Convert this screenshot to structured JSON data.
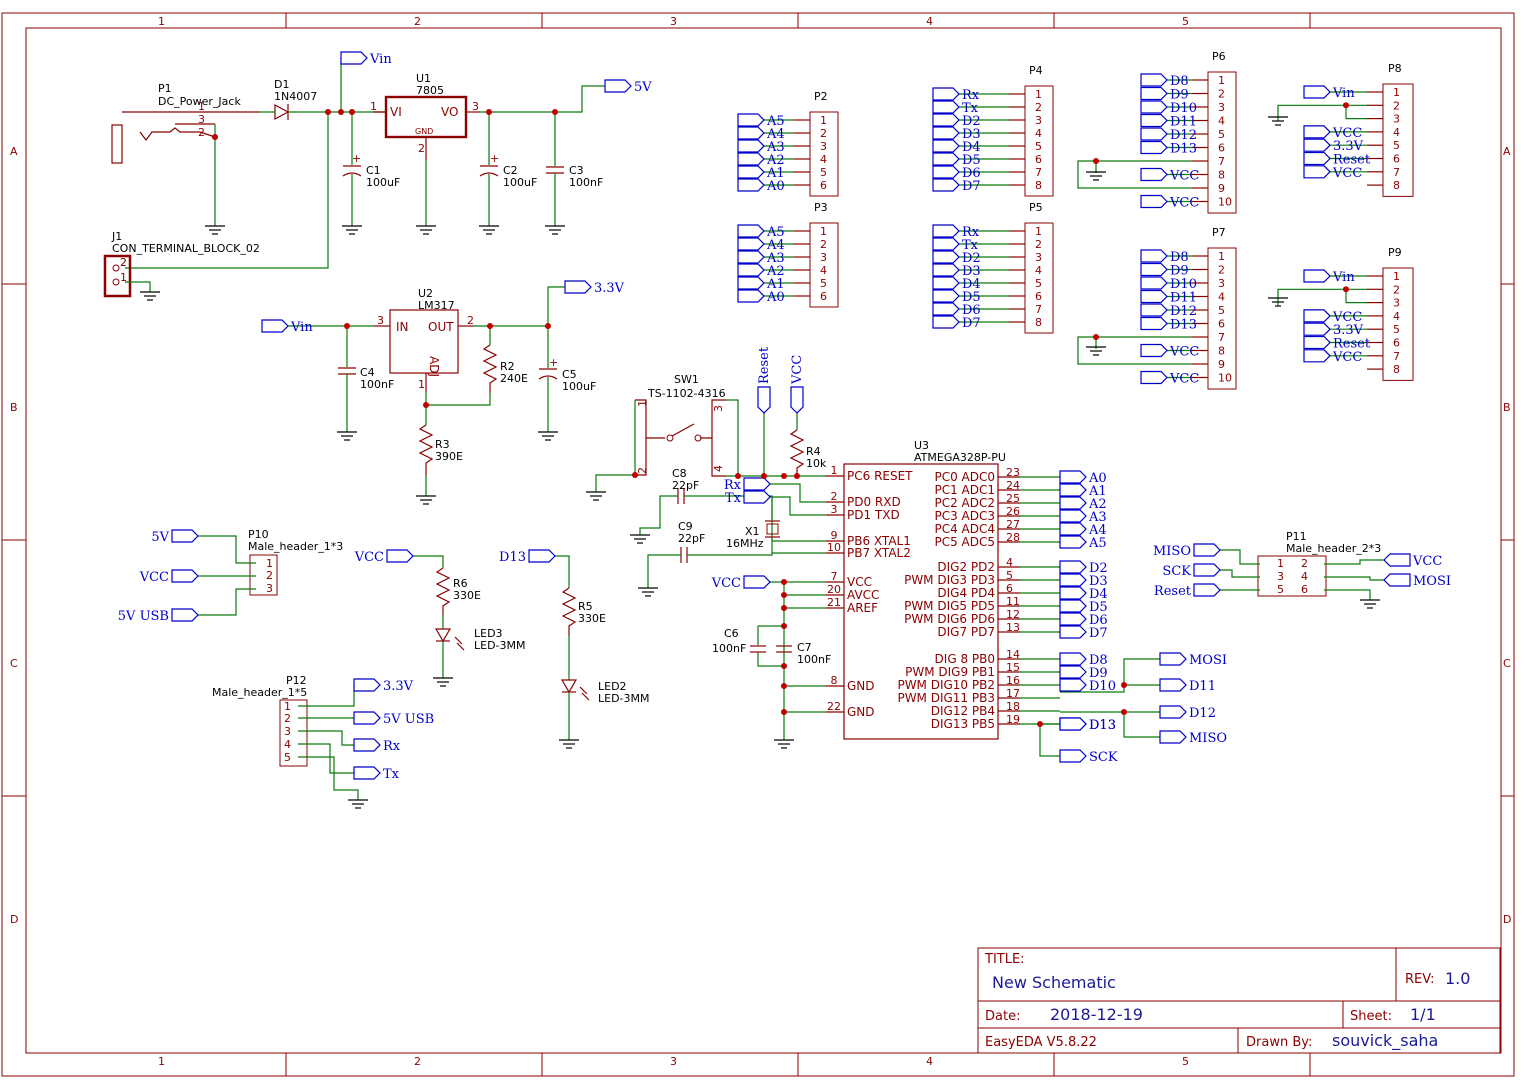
{
  "frame": {
    "columns": [
      "1",
      "2",
      "3",
      "4",
      "5"
    ],
    "rows": [
      "A",
      "B",
      "C",
      "D"
    ]
  },
  "title_block": {
    "title_label": "TITLE:",
    "title": "New Schematic",
    "rev_label": "REV:",
    "rev": "1.0",
    "date_label": "Date:",
    "date": "2018-12-19",
    "sheet_label": "Sheet:",
    "sheet": "1/1",
    "software": "EasyEDA V5.8.22",
    "drawn_label": "Drawn By:",
    "drawn_by": "souvick_saha"
  },
  "components": {
    "p1": {
      "ref": "P1",
      "value": "DC_Power_Jack",
      "pins": [
        "1",
        "3",
        "2"
      ]
    },
    "d1": {
      "ref": "D1",
      "value": "1N4007"
    },
    "u1": {
      "ref": "U1",
      "value": "7805",
      "vi": "VI",
      "vo": "VO",
      "gnd": "GND",
      "p1": "1",
      "p2": "2",
      "p3": "3"
    },
    "c1": {
      "ref": "C1",
      "value": "100uF"
    },
    "c2": {
      "ref": "C2",
      "value": "100uF"
    },
    "c3": {
      "ref": "C3",
      "value": "100nF"
    },
    "j1": {
      "ref": "J1",
      "value": "CON_TERMINAL_BLOCK_02",
      "pins": [
        "2",
        "1"
      ]
    },
    "u2": {
      "ref": "U2",
      "value": "LM317",
      "in": "IN",
      "out": "OUT",
      "adj": "ADJ",
      "p1": "1",
      "p2": "2",
      "p3": "3"
    },
    "c4": {
      "ref": "C4",
      "value": "100nF"
    },
    "r2": {
      "ref": "R2",
      "value": "240E"
    },
    "c5": {
      "ref": "C5",
      "value": "100uF"
    },
    "r3": {
      "ref": "R3",
      "value": "390E"
    },
    "sw1": {
      "ref": "SW1",
      "value": "TS-1102-4316",
      "pins": [
        "1",
        "2",
        "3",
        "4"
      ]
    },
    "r4": {
      "ref": "R4",
      "value": "10k"
    },
    "c8": {
      "ref": "C8",
      "value": "22pF"
    },
    "c9": {
      "ref": "C9",
      "value": "22pF"
    },
    "x1": {
      "ref": "X1",
      "value": "16MHz"
    },
    "c6": {
      "ref": "C6",
      "value": "100nF"
    },
    "c7": {
      "ref": "C7",
      "value": "100nF"
    },
    "u3": {
      "ref": "U3",
      "value": "ATMEGA328P-PU",
      "left_pins": [
        {
          "num": "1",
          "name": "PC6 RESET"
        },
        {
          "num": "2",
          "name": "PD0 RXD"
        },
        {
          "num": "3",
          "name": "PD1 TXD"
        },
        {
          "num": "9",
          "name": "PB6 XTAL1"
        },
        {
          "num": "10",
          "name": "PB7 XTAL2"
        },
        {
          "num": "7",
          "name": "VCC"
        },
        {
          "num": "20",
          "name": "AVCC"
        },
        {
          "num": "21",
          "name": "AREF"
        },
        {
          "num": "8",
          "name": "GND"
        },
        {
          "num": "22",
          "name": "GND"
        }
      ],
      "right_pins": [
        {
          "num": "23",
          "name": "PC0 ADC0",
          "net": "A0"
        },
        {
          "num": "24",
          "name": "PC1 ADC1",
          "net": "A1"
        },
        {
          "num": "25",
          "name": "PC2 ADC2",
          "net": "A2"
        },
        {
          "num": "26",
          "name": "PC3 ADC3",
          "net": "A3"
        },
        {
          "num": "27",
          "name": "PC4 ADC4",
          "net": "A4"
        },
        {
          "num": "28",
          "name": "PC5 ADC5",
          "net": "A5"
        },
        {
          "num": "4",
          "name": "DIG2 PD2",
          "net": "D2"
        },
        {
          "num": "5",
          "name": "PWM DIG3 PD3",
          "net": "D3"
        },
        {
          "num": "6",
          "name": "DIG4 PD4",
          "net": "D4"
        },
        {
          "num": "11",
          "name": "PWM DIG5 PD5",
          "net": "D5"
        },
        {
          "num": "12",
          "name": "PWM DIG6 PD6",
          "net": "D6"
        },
        {
          "num": "13",
          "name": "DIG7 PD7",
          "net": "D7"
        },
        {
          "num": "14",
          "name": "DIG 8 PB0",
          "net": "D8"
        },
        {
          "num": "15",
          "name": "PWM DIG9 PB1",
          "net": "D9"
        },
        {
          "num": "16",
          "name": "PWM DIG10 PB2",
          "net": "D10"
        },
        {
          "num": "17",
          "name": "PWM DIG11 PB3",
          "net": ""
        },
        {
          "num": "18",
          "name": "DIG12 PB4",
          "net": ""
        },
        {
          "num": "19",
          "name": "DIG13 PB5",
          "net": "D13"
        }
      ]
    },
    "p10": {
      "ref": "P10",
      "value": "Male_header_1*3",
      "pins": [
        "1",
        "2",
        "3"
      ]
    },
    "r6": {
      "ref": "R6",
      "value": "330E"
    },
    "led3": {
      "ref": "LED3",
      "value": "LED-3MM"
    },
    "r5": {
      "ref": "R5",
      "value": "330E"
    },
    "led2": {
      "ref": "LED2",
      "value": "LED-3MM"
    },
    "p12": {
      "ref": "P12",
      "value": "Male_header_1*5",
      "pins": [
        "1",
        "2",
        "3",
        "4",
        "5"
      ]
    },
    "p11": {
      "ref": "P11",
      "value": "Male_header_2*3",
      "pins": [
        "1",
        "2",
        "3",
        "4",
        "5",
        "6"
      ]
    },
    "p2": {
      "ref": "P2",
      "pins": [
        "1",
        "2",
        "3",
        "4",
        "5",
        "6"
      ]
    },
    "p3": {
      "ref": "P3",
      "pins": [
        "1",
        "2",
        "3",
        "4",
        "5",
        "6"
      ]
    },
    "p4": {
      "ref": "P4",
      "pins": [
        "1",
        "2",
        "3",
        "4",
        "5",
        "6",
        "7",
        "8"
      ]
    },
    "p5": {
      "ref": "P5",
      "pins": [
        "1",
        "2",
        "3",
        "4",
        "5",
        "6",
        "7",
        "8"
      ]
    },
    "p6": {
      "ref": "P6",
      "pins": [
        "1",
        "2",
        "3",
        "4",
        "5",
        "6",
        "7",
        "8",
        "9",
        "10"
      ]
    },
    "p7": {
      "ref": "P7",
      "pins": [
        "1",
        "2",
        "3",
        "4",
        "5",
        "6",
        "7",
        "8",
        "9",
        "10"
      ]
    },
    "p8": {
      "ref": "P8",
      "pins": [
        "1",
        "2",
        "3",
        "4",
        "5",
        "6",
        "7",
        "8"
      ]
    },
    "p9": {
      "ref": "P9",
      "pins": [
        "1",
        "2",
        "3",
        "4",
        "5",
        "6",
        "7",
        "8"
      ]
    }
  },
  "nets": {
    "vin": "Vin",
    "v5": "5V",
    "v33": "3.3V",
    "vcc": "VCC",
    "reset": "Reset",
    "rx": "Rx",
    "tx": "Tx",
    "d13": "D13",
    "v5usb": "5V USB",
    "mosi": "MOSI",
    "miso": "MISO",
    "sck": "SCK",
    "d11": "D11",
    "d12": "D12",
    "p2_labels": [
      "A5",
      "A4",
      "A3",
      "A2",
      "A1",
      "A0"
    ],
    "p3_labels": [
      "A5",
      "A4",
      "A3",
      "A2",
      "A1",
      "A0"
    ],
    "p4_labels": [
      "Rx",
      "Tx",
      "D2",
      "D3",
      "D4",
      "D5",
      "D6",
      "D7"
    ],
    "p5_labels": [
      "Rx",
      "Tx",
      "D2",
      "D3",
      "D4",
      "D5",
      "D6",
      "D7"
    ],
    "p6_labels": [
      "D8",
      "D9",
      "D10",
      "D11",
      "D12",
      "D13"
    ],
    "p7_labels": [
      "D8",
      "D9",
      "D10",
      "D11",
      "D12",
      "D13"
    ],
    "p6_vcc": [
      "VCC",
      "VCC"
    ],
    "p7_vcc": [
      "VCC",
      "VCC"
    ],
    "p8_labels": [
      "Vin",
      "VCC",
      "3.3V",
      "Reset",
      "VCC"
    ],
    "p9_labels": [
      "Vin",
      "VCC",
      "3.3V",
      "Reset",
      "VCC"
    ],
    "p10_labels": [
      "5V",
      "VCC",
      "5V USB"
    ],
    "p11_left": [
      "MISO",
      "SCK",
      "Reset"
    ],
    "p11_right": [
      "VCC",
      "MOSI"
    ],
    "p12_labels": [
      "3.3V",
      "5V USB",
      "Rx",
      "Tx"
    ]
  }
}
